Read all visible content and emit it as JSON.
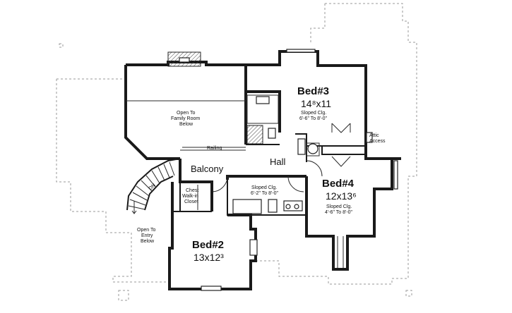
{
  "rooms": {
    "bed3": {
      "name": "Bed#3",
      "size": "14⁸x11",
      "ceiling_1": "Sloped Clg.",
      "ceiling_2": "6'-6\" To 8'-0\""
    },
    "bed4": {
      "name": "Bed#4",
      "size": "12x13⁶",
      "ceiling_1": "Sloped Clg.",
      "ceiling_2": "4'-6\" To 8'-0\""
    },
    "bed2": {
      "name": "Bed#2",
      "size": "13x12³"
    },
    "bath": {
      "ceiling_1": "Sloped Clg.",
      "ceiling_2": "6'-2\" To 8'-0\""
    },
    "hall": {
      "name": "Hall"
    },
    "balcony": {
      "name": "Balcony"
    },
    "open_family": {
      "line1": "Open To",
      "line2": "Family Room",
      "line3": "Below"
    },
    "open_entry": {
      "line1": "Open To",
      "line2": "Entry",
      "line3": "Below"
    },
    "closet": {
      "line1": "Chest",
      "line2": "Walk-in",
      "line3": "Closet"
    },
    "attic": {
      "line1": "Attic",
      "line2": "Access"
    }
  },
  "labels": {
    "railing": "Railing",
    "stair_dn": "DN"
  }
}
